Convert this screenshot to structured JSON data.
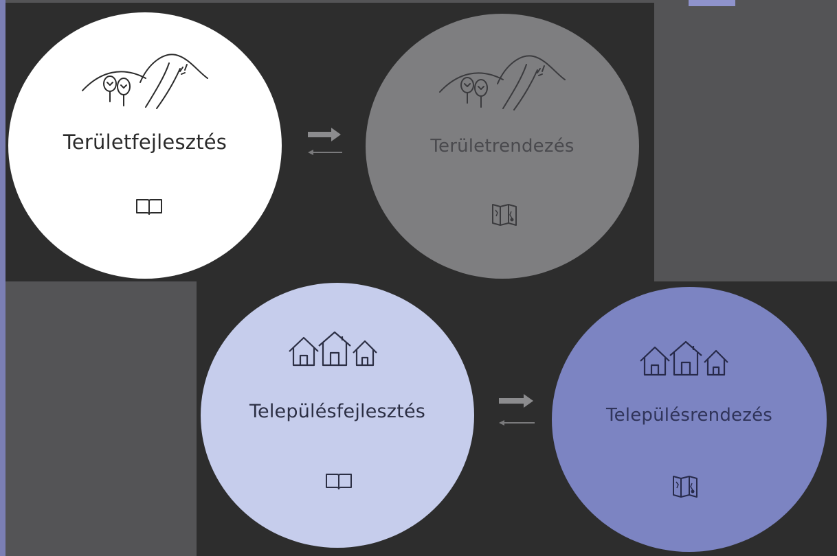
{
  "diagram": {
    "nodes": [
      {
        "id": "teruletfejlesztes",
        "label": "Területfejlesztés",
        "fill": "#ffffff"
      },
      {
        "id": "teruletrendezes",
        "label": "Területrendezés",
        "fill": "#7e7e80"
      },
      {
        "id": "telepulesfejlesztes",
        "label": "Településfejlesztés",
        "fill": "#c6cdec"
      },
      {
        "id": "telepulesrendezes",
        "label": "Településrendezés",
        "fill": "#7c84c2"
      }
    ],
    "icons": {
      "landscape": "hills-with-trees-icon",
      "houses": "three-houses-icon",
      "book": "open-book-icon",
      "map": "folded-map-icon"
    },
    "edges": [
      {
        "from": "teruletfejlesztes",
        "to": "teruletrendezes",
        "type": "bidirectional-arrows"
      },
      {
        "from": "telepulesfejlesztes",
        "to": "telepulesrendezes",
        "type": "bidirectional-arrows"
      }
    ]
  }
}
